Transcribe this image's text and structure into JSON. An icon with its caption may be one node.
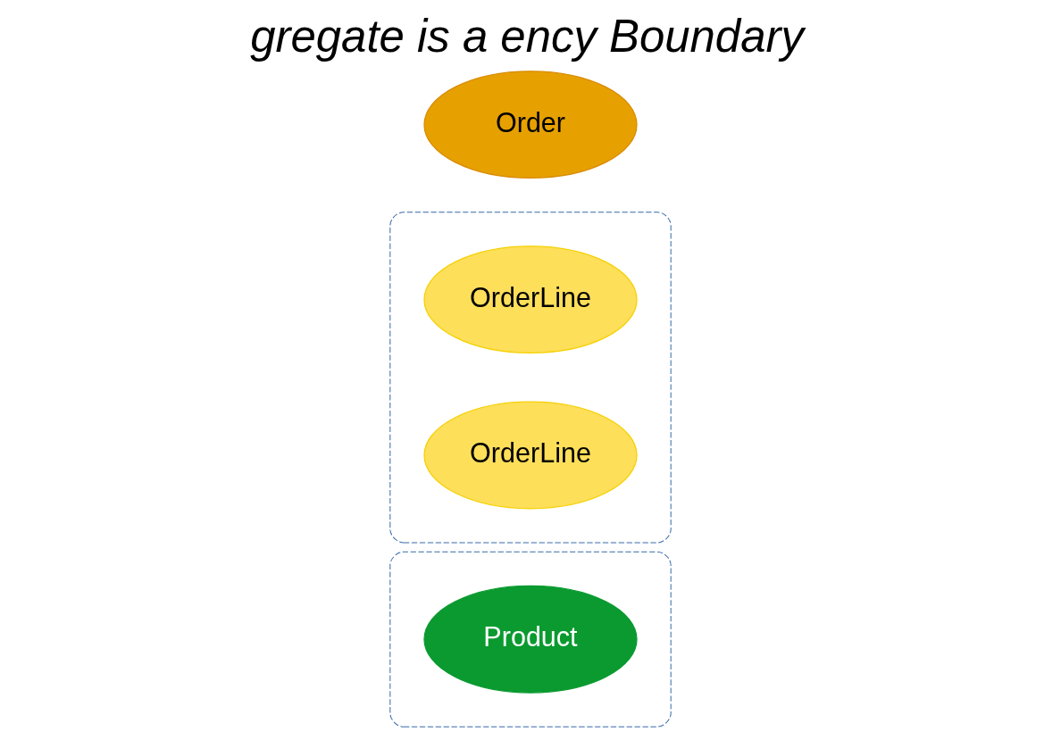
{
  "diagram": {
    "title": "gregate is a ency Boundary",
    "nodes": [
      {
        "text": [],
        "shape": "ellipse"
      },
      {
        "text": [
          "Product"
        ],
        "in": 0
      },
      {
        "text": [],
        "shape": "ellipse"
      },
      {
        "text": [
          "Order"
        ]
      },
      {
        "text": [
          "OrderLine"
        ],
        "in": 2
      },
      {
        "text": [
          "OrderLine"
        ],
        "in": 2
      }
    ]
  }
}
